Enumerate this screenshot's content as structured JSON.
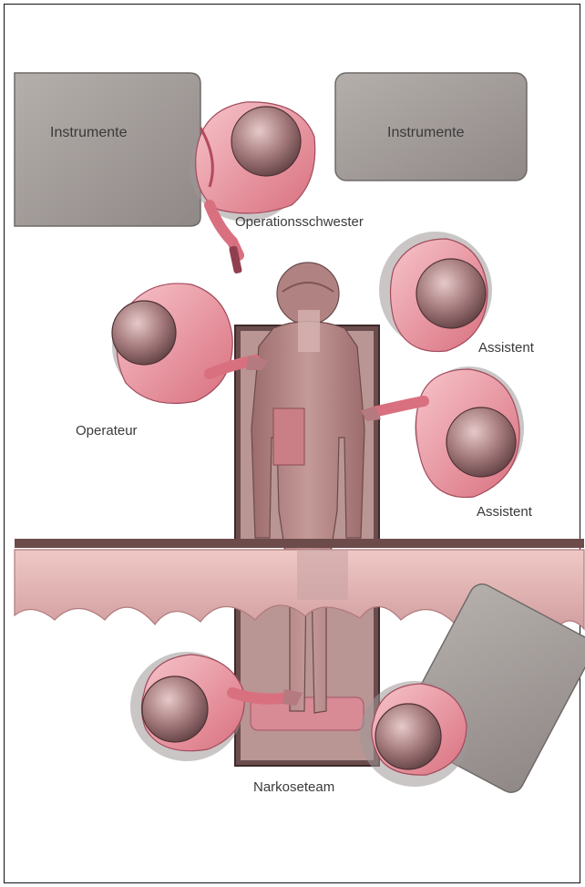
{
  "labels": {
    "instrumente_left": "Instrumente",
    "instrumente_right": "Instrumente",
    "operationsschwester": "Operationsschwester",
    "assistent_top": "Assistent",
    "assistent_bottom": "Assistent",
    "operateur": "Operateur",
    "narkoseteam": "Narkoseteam"
  },
  "colors": {
    "staff_light": "#f2a8b0",
    "staff_dark": "#c25a6c",
    "cap": "#9b6f72",
    "patient": "#b58583",
    "table_gray": "#a09a98",
    "drape": "#e2b3b3",
    "bar": "#6d4b4b"
  }
}
